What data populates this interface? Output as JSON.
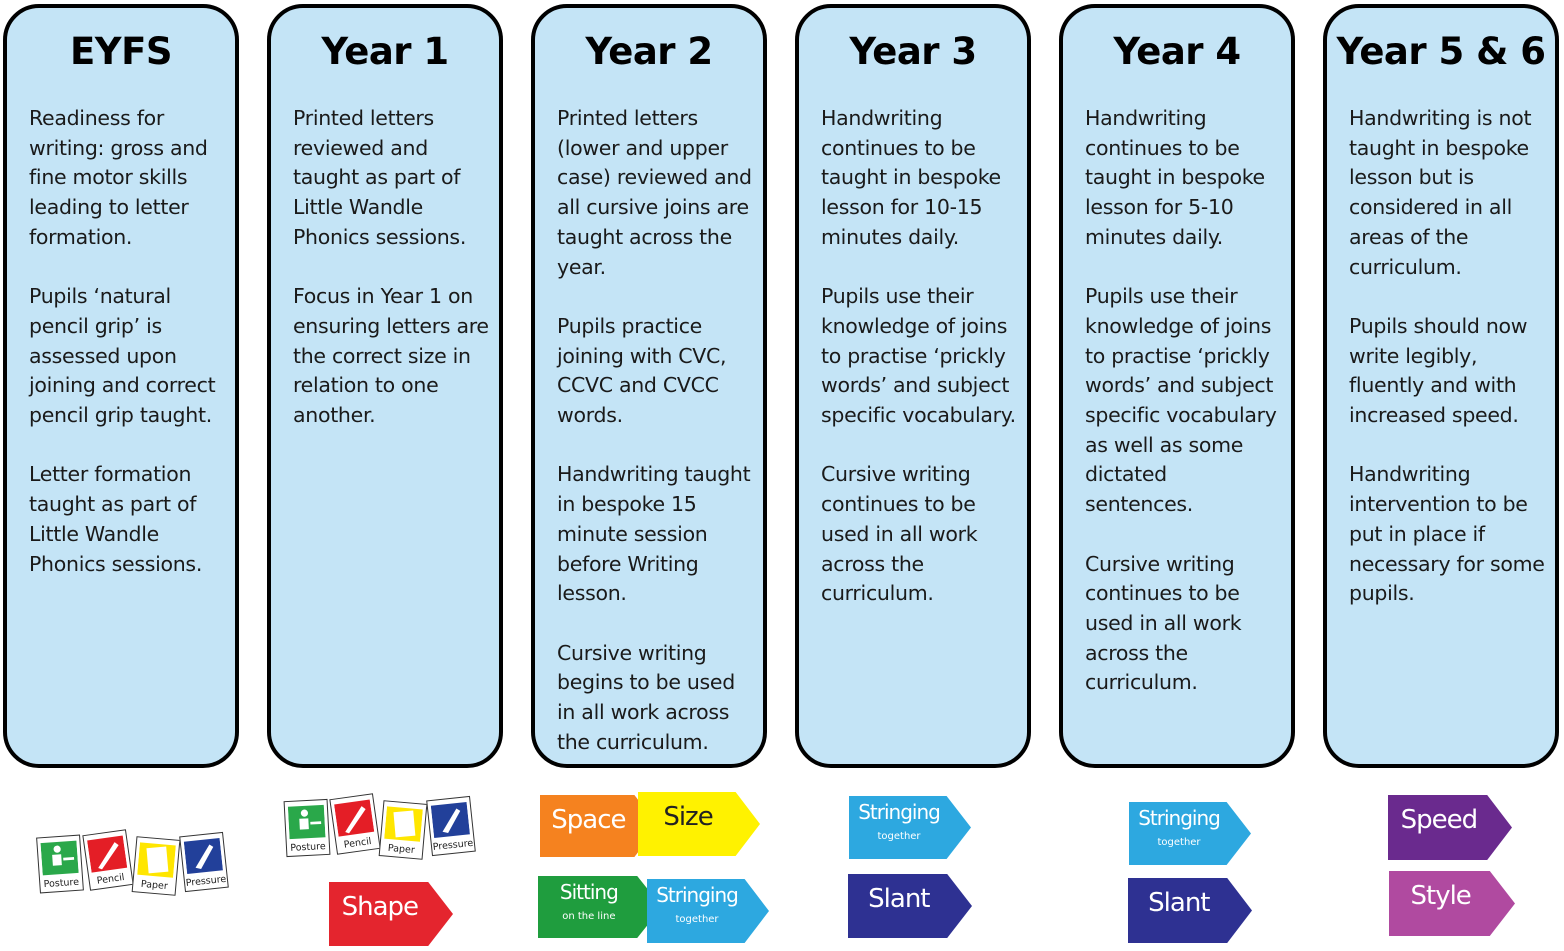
{
  "columns": [
    {
      "title": "EYFS",
      "paragraphs": [
        "Readiness for writing: gross and fine motor skills leading to letter formation.",
        "Pupils ‘natural pencil grip’ is assessed upon joining and correct pencil grip taught.",
        "Letter formation taught as part of Little Wandle Phonics sessions."
      ]
    },
    {
      "title": "Year 1",
      "paragraphs": [
        "Printed letters reviewed and taught as part of Little Wandle Phonics sessions.",
        "Focus in Year 1 on ensuring letters are the correct size in relation to one another."
      ]
    },
    {
      "title": "Year 2",
      "paragraphs": [
        "Printed letters (lower and upper case) reviewed and all cursive joins are taught across the year.",
        "Pupils practice joining with CVC, CCVC and CVCC words.",
        "Handwriting taught in bespoke 15 minute session before Writing lesson.",
        "Cursive writing begins to be used in all work across the curriculum."
      ]
    },
    {
      "title": "Year 3",
      "paragraphs": [
        "Handwriting continues to be taught in bespoke lesson for 10-15 minutes daily.",
        "Pupils use their knowledge of joins to practise ‘prickly words’ and subject specific vocabulary.",
        "Cursive writing continues to be used in all work across the curriculum."
      ]
    },
    {
      "title": "Year 4",
      "paragraphs": [
        "Handwriting continues to be taught in bespoke lesson for 5-10 minutes daily.",
        "Pupils use their knowledge of joins to practise ‘prickly words’ and subject specific vocabulary as well as some dictated sentences.",
        "Cursive writing continues to be used in all work across the curriculum."
      ]
    },
    {
      "title": "Year 5 & 6",
      "paragraphs": [
        "Handwriting is not taught in bespoke lesson but is considered in all areas of the curriculum.",
        "Pupils should now write legibly, fluently and with increased speed.",
        "Handwriting intervention to be put in place if necessary for some pupils."
      ]
    }
  ],
  "cards": {
    "posture": "Posture",
    "pencil": "Pencil",
    "paper": "Paper",
    "pressure": "Pressure",
    "colors": {
      "posture": "#2aa84a",
      "pencil": "#e41e26",
      "paper": "#ffe600",
      "pressure": "#22409a"
    }
  },
  "tags": {
    "shape": "Shape",
    "space": "Space",
    "size": "Size",
    "sitting": "Sitting",
    "sitting_sub": "on the line",
    "stringing": "Stringing",
    "stringing_sub": "together",
    "slant": "Slant",
    "speed": "Speed",
    "style": "Style"
  },
  "tag_colors": {
    "shape": "#e4252e",
    "space": "#f5821f",
    "size": "#fff200",
    "sitting": "#1f9d3e",
    "stringing": "#2da8e0",
    "slant": "#2e3192",
    "speed": "#6a2a8e",
    "style": "#b04aa0"
  }
}
